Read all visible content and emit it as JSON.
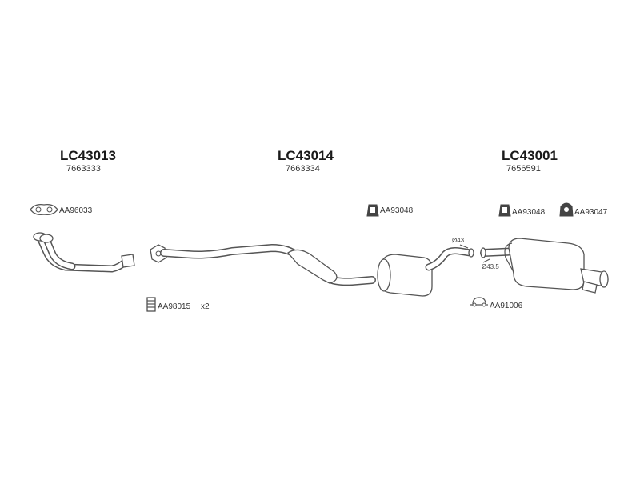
{
  "sections": [
    {
      "code": "LC43013",
      "ref": "7663333"
    },
    {
      "code": "LC43014",
      "ref": "7663334"
    },
    {
      "code": "LC43001",
      "ref": "7656591"
    }
  ],
  "accessories": {
    "gasket_front": "AA96033",
    "clamp_front": "AA98015",
    "clamp_front_qty": "x2",
    "rubber_mid": "AA93048",
    "rubber_rear_1": "AA93048",
    "rubber_rear_2": "AA93047",
    "clamp_rear": "AA91006"
  },
  "dimensions": {
    "mid_outlet": "Ø43",
    "rear_inlet": "Ø43.5"
  }
}
